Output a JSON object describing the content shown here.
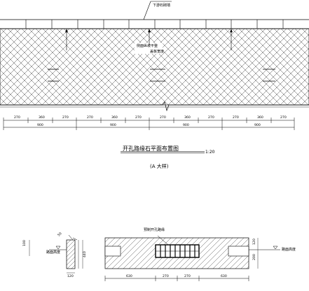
{
  "plan": {
    "top_callout": "下游石砌墙",
    "callout_1": "侧面纵坡平整",
    "callout_2": "盖板宽度",
    "title": "开孔路缘石平面布置图",
    "scale": "1:20",
    "subtitle": "(A 大样)",
    "dims_small": [
      "270",
      "360",
      "270",
      "270",
      "360",
      "270",
      "270",
      "360",
      "270",
      "270",
      "360",
      "270"
    ],
    "dims_total": [
      "900",
      "900",
      "900",
      "900"
    ]
  },
  "section": {
    "left_label": "路面高度",
    "right_label": "路面高度",
    "note_label": "预制开孔路缘",
    "left_dims": [
      "100",
      "50",
      "440",
      "120"
    ],
    "bottom_dims": [
      "630",
      "270",
      "270",
      "630"
    ],
    "right_dims": [
      "120",
      "200"
    ]
  }
}
